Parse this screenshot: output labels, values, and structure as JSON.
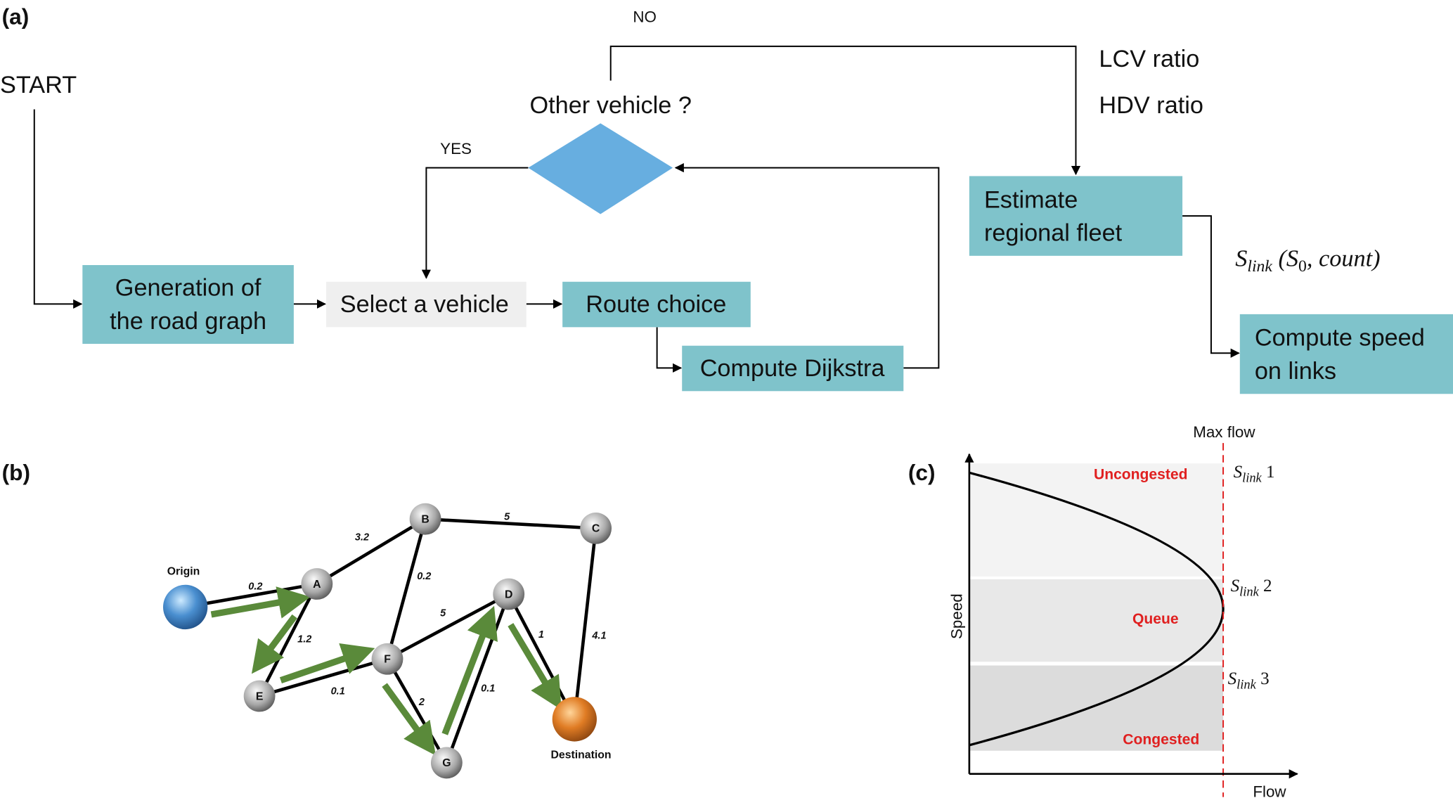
{
  "panel_a": {
    "label": "(a)",
    "start": "START",
    "no": "NO",
    "yes": "YES",
    "decision": "Other vehicle ?",
    "lcv": "LCV ratio",
    "hdv": "HDV ratio",
    "boxes": {
      "generation": [
        "Generation of",
        "the road graph"
      ],
      "select": "Select a vehicle",
      "route": "Route choice",
      "dijkstra": "Compute Dijkstra",
      "fleet": [
        "Estimate",
        "regional fleet"
      ],
      "speed": [
        "Compute speed",
        "on links"
      ]
    },
    "slink_formula": {
      "s": "S",
      "sub": "link",
      "args_open": " (",
      "s0": "S",
      "s0_sub": "0",
      "rest": ", count)"
    },
    "colors": {
      "box": "#7fc3cb",
      "select_box": "#efefef",
      "diamond": "#67aee0"
    }
  },
  "panel_b": {
    "label": "(b)",
    "origin": "Origin",
    "destination": "Destination",
    "nodes": [
      "A",
      "B",
      "C",
      "D",
      "E",
      "F",
      "G"
    ],
    "weights": {
      "origin_a": "0.2",
      "a_b": "3.2",
      "b_c": "5",
      "b_f": "0.2",
      "a_e": "1.2",
      "f_d": "5",
      "e_f": "0.1",
      "f_g": "2",
      "g_d": "0.1",
      "d_dest": "1",
      "c_dest": "4.1"
    },
    "colors": {
      "origin": "#4a8fd0",
      "destination": "#e07c24",
      "path": "#5a8a3a"
    }
  },
  "panel_c": {
    "label": "(c)",
    "max_flow": "Max flow",
    "x_axis": "Flow",
    "y_axis": "Speed",
    "regions": {
      "uncongested": "Uncongested",
      "queue": "Queue",
      "congested": "Congested"
    },
    "slink": {
      "s": "S",
      "sub": "link",
      "n1": " 1",
      "n2": " 2",
      "n3": " 3"
    },
    "colors": {
      "region_text": "#e02020",
      "max_flow_line": "#e02020"
    }
  }
}
